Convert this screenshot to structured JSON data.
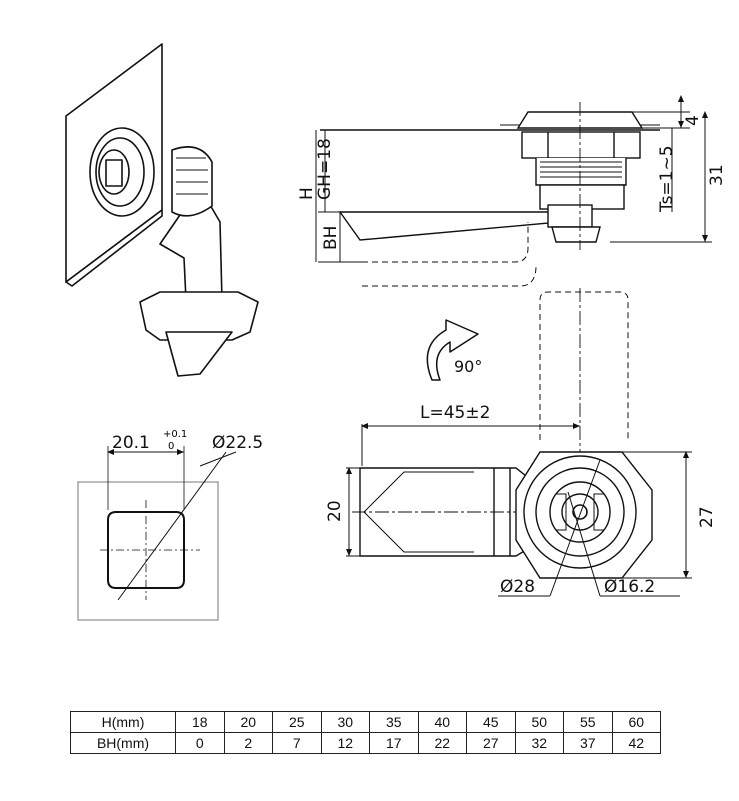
{
  "dimensions": {
    "width_top": "20.1",
    "tol_upper": "+0.1",
    "tol_lower": "0",
    "diameter_top": "Ø22.5",
    "H": "H",
    "GH": "GH=18",
    "BH": "BH",
    "plate_ts": "Ts=1~5",
    "cap_height": "4",
    "total_height": "31",
    "rotation": "90°",
    "length": "L=45±2",
    "cam_width": "20",
    "body_width": "27",
    "diameter_outer": "Ø28",
    "diameter_inner": "Ø16.2"
  },
  "table": {
    "rows": [
      {
        "label": "H(mm)",
        "values": [
          "18",
          "20",
          "25",
          "30",
          "35",
          "40",
          "45",
          "50",
          "55",
          "60"
        ]
      },
      {
        "label": "BH(mm)",
        "values": [
          "0",
          "2",
          "7",
          "12",
          "17",
          "22",
          "27",
          "32",
          "37",
          "42"
        ]
      }
    ]
  }
}
